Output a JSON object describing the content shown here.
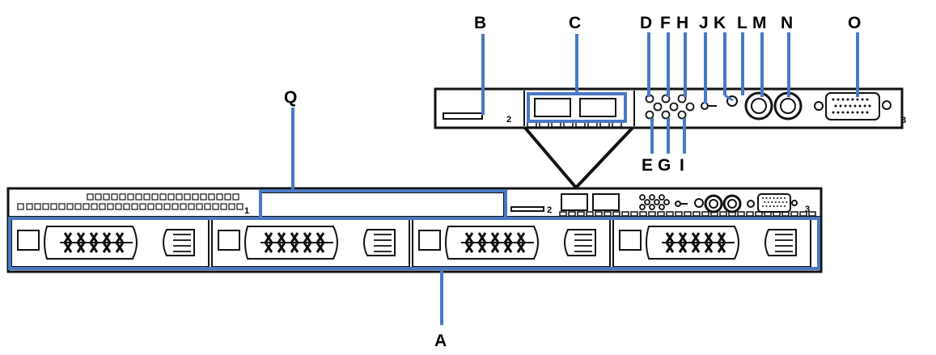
{
  "colors": {
    "callout": "#4a78c4",
    "outline": "#111111",
    "background": "#ffffff"
  },
  "callouts": {
    "A": "A",
    "B": "B",
    "C": "C",
    "D": "D",
    "E": "E",
    "F": "F",
    "G": "G",
    "H": "H",
    "I": "I",
    "J": "J",
    "K": "K",
    "L": "L",
    "M": "M",
    "N": "N",
    "O": "O",
    "Q": "Q"
  },
  "slot_numbers": {
    "slot1": "1",
    "slot2_front": "2",
    "slot3_front": "3",
    "slot2_zoom": "2",
    "slot3_zoom": "3"
  }
}
